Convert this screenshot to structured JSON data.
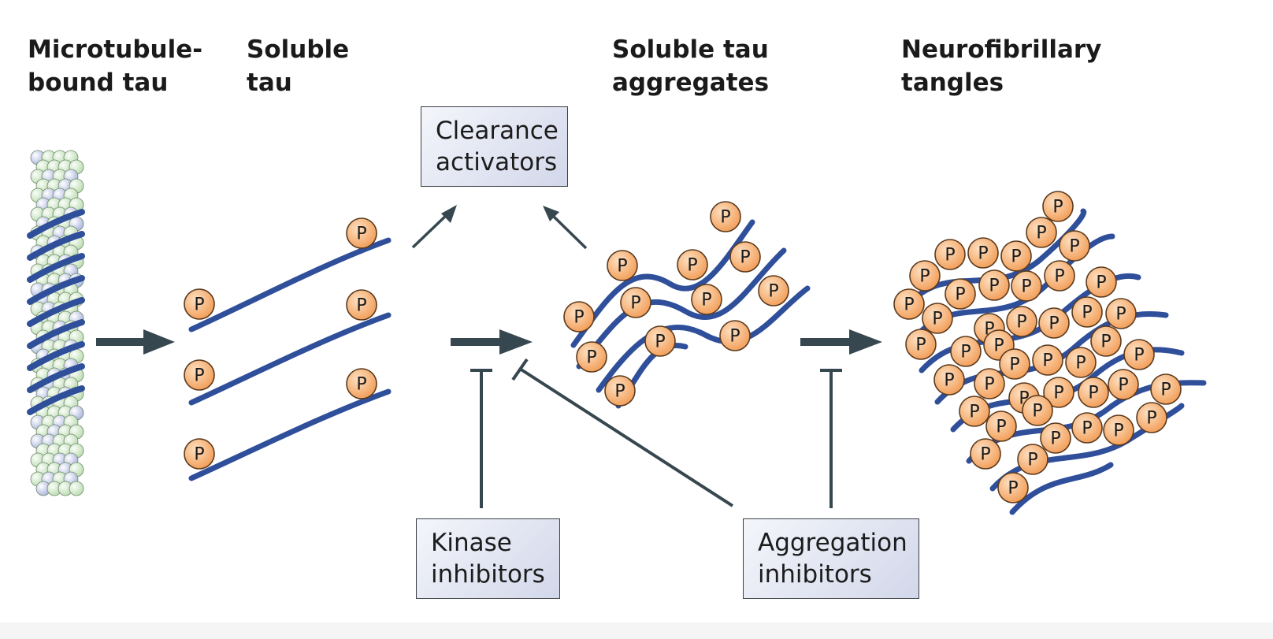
{
  "stages": {
    "microtubule_bound": "Microtubule-\nbound tau",
    "soluble_tau": "Soluble\ntau",
    "soluble_aggregates": "Soluble tau\naggregates",
    "tangles": "Neurofibrillary\ntangles"
  },
  "boxes": {
    "clearance": "Clearance\nactivators",
    "kinase": "Kinase\ninhibitors",
    "aggregation": "Aggregation\ninhibitors"
  },
  "phospho_label": "P",
  "colors": {
    "tau_strand": "#2f4f9a",
    "phospho_fill": "#f6a865",
    "arrow": "#37474f",
    "microtubule_green": "#cfe8c8",
    "microtubule_blue": "#c5cde8"
  }
}
